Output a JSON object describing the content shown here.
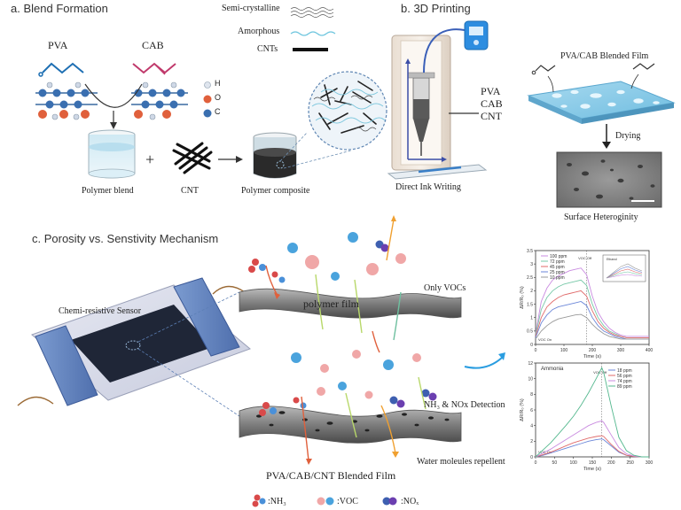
{
  "panel_a": {
    "title": "a. Blend Formation",
    "pva": "PVA",
    "cab": "CAB",
    "legend": {
      "semi": "Semi-crystalline",
      "amorphous": "Amorphous",
      "cnts": "CNTs"
    },
    "atoms": {
      "h": "H",
      "o": "O",
      "c": "C"
    },
    "plus": "+",
    "polymer_blend": "Polymer blend",
    "cnt": "CNT",
    "polymer_composite": "Polymer composite"
  },
  "panel_b": {
    "title": "b. 3D Printing",
    "inks": [
      "PVA",
      "CAB",
      "CNT"
    ],
    "direct_ink": "Direct Ink Writing",
    "film_label": "PVA/CAB Blended Film",
    "drying": "Drying",
    "surface": "Surface Heteroginity"
  },
  "panel_c": {
    "title": "c. Porosity vs. Senstivity Mechanism",
    "sensor": "Chemi-resistive Sensor",
    "polymer_film": "polymer film",
    "only_vocs": "Only VOCs",
    "nh3_nox": "NH₃ & NOx Detection",
    "water": "Water moleules repellent",
    "blend_film": "PVA/CAB/CNT Blended Film",
    "legend": {
      "nh3": ":NH₃",
      "voc": ":VOC",
      "nox": ":NOₓ"
    }
  },
  "chart_data": [
    {
      "type": "line",
      "title": "",
      "xlabel": "Time (s)",
      "ylabel": "ΔR/R₀ (%)",
      "xlim": [
        0,
        400
      ],
      "ylim": [
        0,
        3.5
      ],
      "xticks": [
        0,
        100,
        200,
        300,
        400
      ],
      "yticks": [
        0,
        0.5,
        1.0,
        1.5,
        2.0,
        2.5,
        3.0,
        3.5
      ],
      "annotations": [
        "VOC Off",
        "VOC On"
      ],
      "inset_label": "Ethanol",
      "x": [
        0,
        20,
        40,
        60,
        80,
        100,
        120,
        140,
        160,
        180,
        200,
        220,
        240,
        260,
        280,
        300,
        320,
        340,
        360,
        380,
        400
      ],
      "series": [
        {
          "name": "100 ppm",
          "color": "#c98be0",
          "values": [
            0.4,
            1.6,
            2.1,
            2.4,
            2.55,
            2.65,
            2.75,
            2.8,
            2.85,
            2.6,
            1.8,
            1.2,
            0.85,
            0.6,
            0.45,
            0.35,
            0.3,
            0.3,
            0.3,
            0.3,
            0.3
          ]
        },
        {
          "name": "72 ppm",
          "color": "#77c8a8",
          "values": [
            0.35,
            1.3,
            1.75,
            2.0,
            2.15,
            2.25,
            2.3,
            2.35,
            2.4,
            2.2,
            1.5,
            1.0,
            0.7,
            0.5,
            0.4,
            0.3,
            0.25,
            0.25,
            0.25,
            0.25,
            0.25
          ]
        },
        {
          "name": "45 ppm",
          "color": "#e06a6a",
          "values": [
            0.3,
            1.0,
            1.4,
            1.6,
            1.75,
            1.85,
            1.9,
            1.95,
            2.0,
            1.8,
            1.25,
            0.85,
            0.6,
            0.45,
            0.35,
            0.3,
            0.25,
            0.25,
            0.25,
            0.25,
            0.25
          ]
        },
        {
          "name": "25 ppm",
          "color": "#6a86d8",
          "values": [
            0.25,
            0.8,
            1.1,
            1.3,
            1.4,
            1.45,
            1.5,
            1.55,
            1.6,
            1.45,
            1.0,
            0.7,
            0.5,
            0.4,
            0.3,
            0.25,
            0.2,
            0.2,
            0.2,
            0.2,
            0.2
          ]
        },
        {
          "name": "10 ppm",
          "color": "#999999",
          "values": [
            0.2,
            0.5,
            0.7,
            0.85,
            0.95,
            1.0,
            1.05,
            1.1,
            1.12,
            1.0,
            0.75,
            0.55,
            0.4,
            0.3,
            0.25,
            0.2,
            0.2,
            0.2,
            0.2,
            0.2,
            0.2
          ]
        }
      ]
    },
    {
      "type": "line",
      "title": "Ammonia",
      "xlabel": "Time (s)",
      "ylabel": "ΔR/R₀ (%)",
      "xlim": [
        0,
        300
      ],
      "ylim": [
        0,
        12
      ],
      "xticks": [
        0,
        50,
        100,
        150,
        200,
        250,
        300
      ],
      "yticks": [
        0,
        2,
        4,
        6,
        8,
        10,
        12
      ],
      "annotations": [
        "VOC Off",
        "VOC On"
      ],
      "x": [
        0,
        20,
        40,
        60,
        80,
        100,
        120,
        140,
        160,
        175,
        180,
        200,
        220,
        240,
        260,
        280,
        300
      ],
      "series": [
        {
          "name": "18 ppm",
          "color": "#6a86d8",
          "values": [
            0,
            0.2,
            0.5,
            0.8,
            1.1,
            1.4,
            1.7,
            2.0,
            2.2,
            2.3,
            2.2,
            1.4,
            0.6,
            0.2,
            0.05,
            0,
            0
          ]
        },
        {
          "name": "56 ppm",
          "color": "#e06a6a",
          "values": [
            0,
            0.3,
            0.6,
            1.0,
            1.4,
            1.8,
            2.1,
            2.4,
            2.6,
            2.7,
            2.6,
            1.6,
            0.7,
            0.2,
            0.05,
            0,
            0
          ]
        },
        {
          "name": "74 ppm",
          "color": "#c98be0",
          "values": [
            0,
            0.5,
            1.0,
            1.6,
            2.2,
            2.8,
            3.4,
            4.0,
            4.4,
            4.6,
            4.4,
            2.8,
            1.2,
            0.4,
            0.1,
            0,
            0
          ]
        },
        {
          "name": "89 ppm",
          "color": "#55b88f",
          "values": [
            0,
            0.9,
            1.8,
            2.9,
            4.0,
            5.2,
            6.6,
            8.2,
            10.0,
            11.4,
            10.8,
            6.5,
            2.5,
            0.8,
            0.2,
            0,
            0
          ]
        }
      ]
    }
  ]
}
